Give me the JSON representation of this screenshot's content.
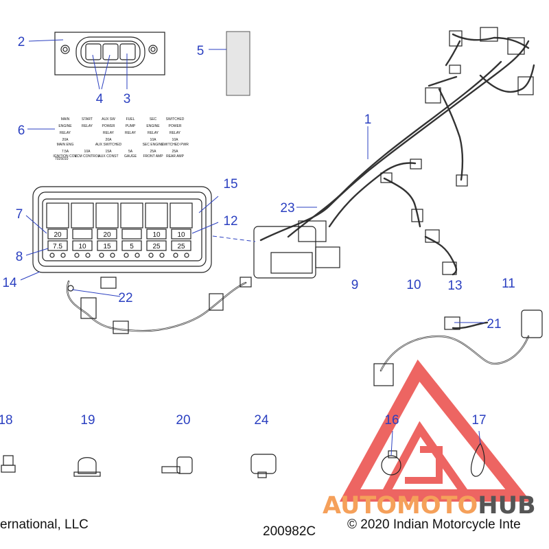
{
  "callouts": [
    "1",
    "2",
    "3",
    "4",
    "4",
    "5",
    "6",
    "7",
    "8",
    "9",
    "10",
    "11",
    "12",
    "13",
    "14",
    "15",
    "16",
    "17",
    "18",
    "19",
    "20",
    "21",
    "22",
    "23",
    "24"
  ],
  "relay_label": {
    "headers": [
      [
        "MAIN",
        "ENGINE",
        "RELAY"
      ],
      [
        "START",
        "RELAY",
        ""
      ],
      [
        "AUX SW",
        "POWER",
        "RELAY"
      ],
      [
        "FUEL",
        "PUMP",
        "RELAY"
      ],
      [
        "SEC",
        "ENGINE",
        "RELAY"
      ],
      [
        "SWITCHED",
        "POWER",
        "RELAY"
      ]
    ],
    "top_row": [
      [
        "20A",
        "MAIN ENG"
      ],
      [
        "20A",
        "AUX SWITCHED"
      ],
      [
        "10A",
        "SEC ENGINE"
      ],
      [
        "10A",
        "SWITCHED PWR"
      ]
    ],
    "bottom_row": [
      [
        "7.5A",
        "IGNITION COIL"
      ],
      [
        "10A",
        "VCM CONTROL"
      ],
      [
        "15A",
        "AUX CONST"
      ],
      [
        "5A",
        "GAUGE"
      ],
      [
        "25A",
        "FRONT AMP"
      ],
      [
        "25A",
        "REAR AMP"
      ]
    ],
    "part_number": "7025010"
  },
  "fuse_box": {
    "top_fuses": [
      "20",
      "",
      "20",
      "",
      "10",
      "10"
    ],
    "bottom_fuses": [
      "7.5",
      "10",
      "15",
      "5",
      "25",
      "25"
    ]
  },
  "footer": {
    "left": "ernational, LLC",
    "center": "200982C",
    "right": "© 2020 Indian Motorcycle Inte"
  },
  "watermark": {
    "brand_light": "AUTOMOTO",
    "brand_dark": "HUB",
    "color_light": "#f5a05a",
    "color_dark": "#555555",
    "logo_color": "#e8322e"
  }
}
